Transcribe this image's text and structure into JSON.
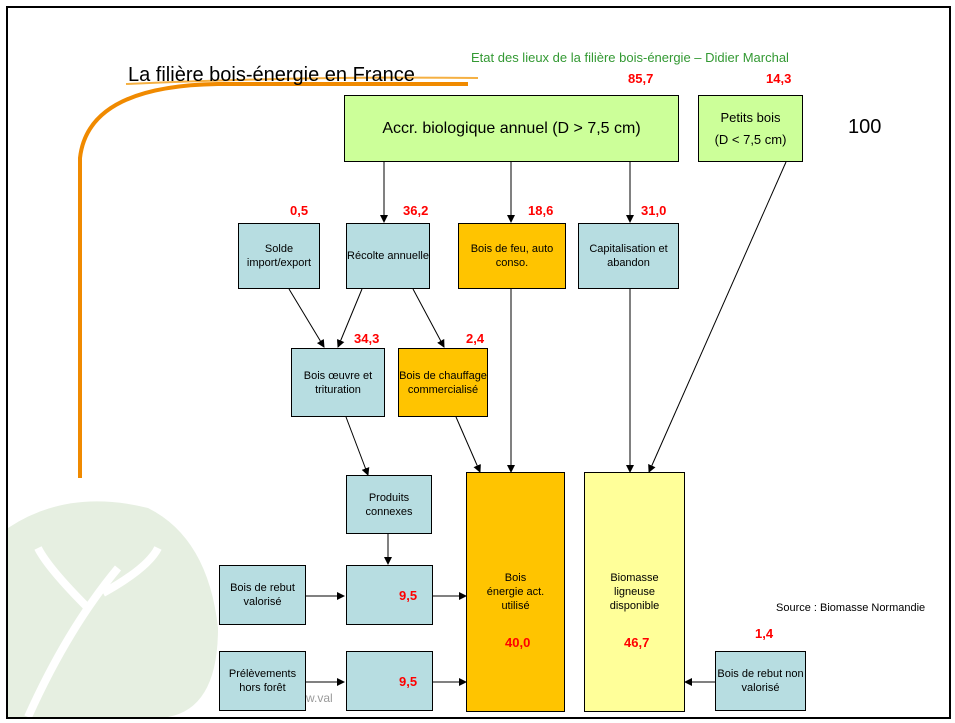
{
  "slide": {
    "title": "La filière bois-énergie en France",
    "header": "Etat des lieux de la filière bois-énergie – Didier Marchal",
    "source": "Source : Biomasse Normandie",
    "watermark": "w.val"
  },
  "nodes": {
    "accr": "Accr. biologique annuel (D > 7,5 cm)",
    "petits_line1": "Petits bois",
    "petits_line2": "(D < 7,5 cm)",
    "solde": "Solde import/export",
    "recolte": "Récolte annuelle",
    "boisfeu": "Bois de feu, auto conso.",
    "capital": "Capitalisation et abandon",
    "oeuvre": "Bois œuvre et trituration",
    "chauffage": "Bois de chauffage commercialisé",
    "produits": "Produits connexes",
    "rebut_val": "Bois de rebut valorisé",
    "prelev": "Prélèvements hors forêt",
    "energie": "Bois énergie act. utilisé",
    "biomasse": "Biomasse ligneuse disponible",
    "rebut_nonval": "Bois de rebut non valorisé"
  },
  "values": {
    "total": "100",
    "v_accr": "85,7",
    "v_petits": "14,3",
    "v_solde": "0,5",
    "v_recolte": "36,2",
    "v_boisfeu": "18,6",
    "v_capital": "31,0",
    "v_oeuvre": "34,3",
    "v_chauffage": "2,4",
    "v_mid1": "9,5",
    "v_mid2": "9,5",
    "v_energie": "40,0",
    "v_biomasse": "46,7",
    "v_rebut_nonval": "1,4"
  },
  "colors": {
    "teal": "#b7dde1",
    "orange": "#ffc400",
    "green": "#ccff99",
    "yellow": "#ffff99",
    "value_red": "#ff0000",
    "header_green": "#339933"
  }
}
